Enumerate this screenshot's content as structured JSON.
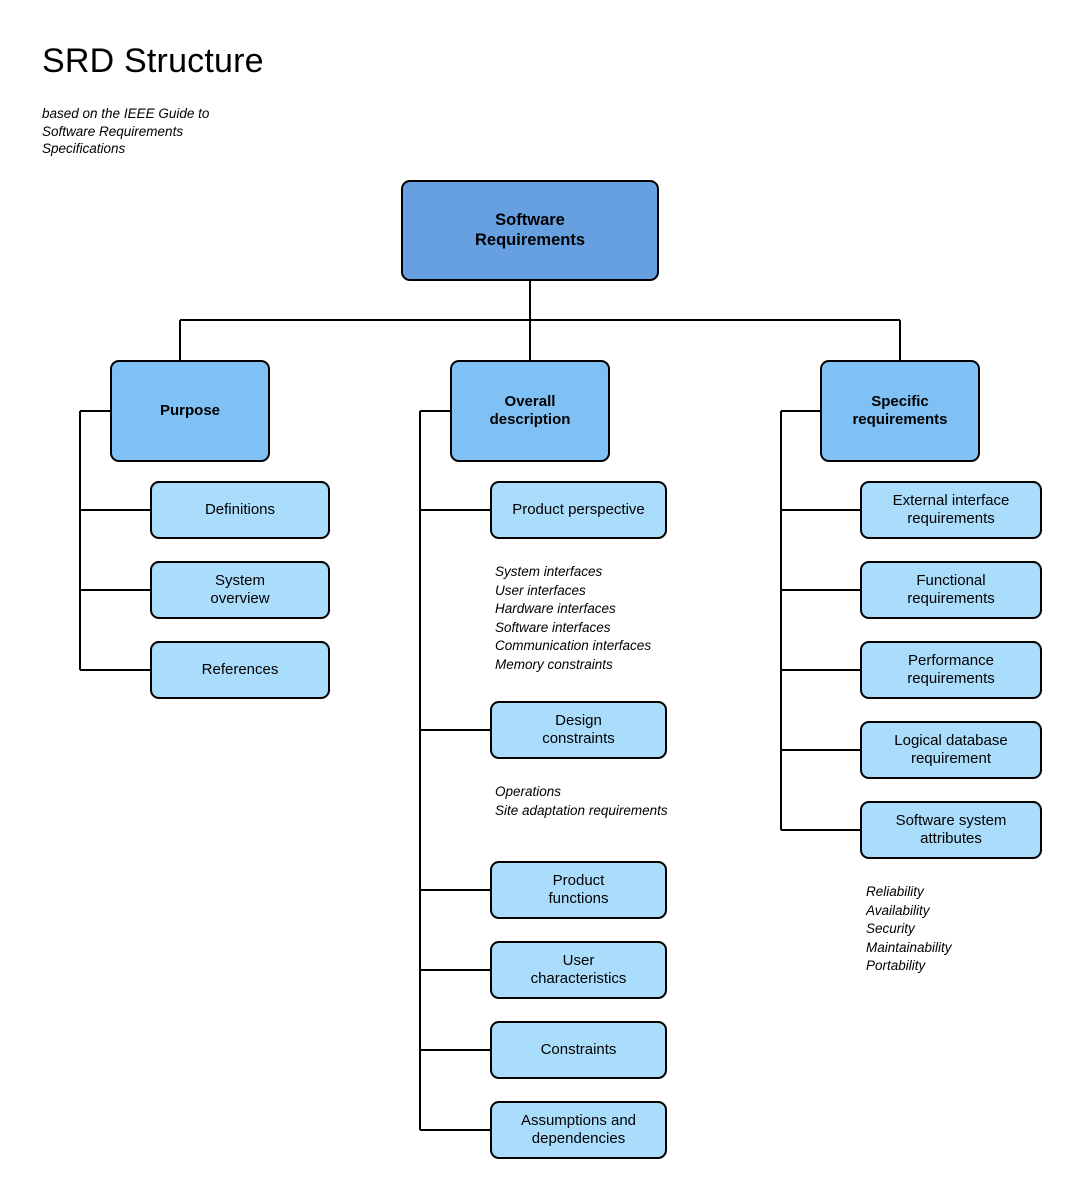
{
  "header": {
    "title": "SRD Structure",
    "subtitle": "based on the IEEE Guide to\nSoftware Requirements\nSpecifications"
  },
  "colors": {
    "root_fill": "#66a0e0",
    "level2_fill": "#7fc0f5",
    "leaf_fill": "#aadcfb",
    "stroke": "#000000",
    "background": "#ffffff"
  },
  "chart_data": {
    "type": "diagram",
    "title": "SRD Structure",
    "subtitle": "based on the IEEE Guide to Software Requirements Specifications",
    "root": "Software Requirements",
    "branches": [
      {
        "label": "Purpose",
        "children": [
          "Definitions",
          "System overview",
          "References"
        ]
      },
      {
        "label": "Overall description",
        "children": [
          "Product perspective",
          "Design constraints",
          "Product functions",
          "User characteristics",
          "Constraints",
          "Assumptions and dependencies"
        ]
      },
      {
        "label": "Specific requirements",
        "children": [
          "External interface requirements",
          "Functional requirements",
          "Performance requirements",
          "Logical database requirement",
          "Software system attributes"
        ]
      }
    ]
  },
  "nodes": {
    "root": "Software\nRequirements",
    "purpose": "Purpose",
    "overall_description": "Overall\ndescription",
    "specific_requirements": "Specific\nrequirements",
    "definitions": "Definitions",
    "system_overview": "System\noverview",
    "references": "References",
    "product_perspective": "Product perspective",
    "design_constraints": "Design\nconstraints",
    "product_functions": "Product\nfunctions",
    "user_characteristics": "User\ncharacteristics",
    "constraints": "Constraints",
    "assumptions_and_dependencies": "Assumptions and\ndependencies",
    "external_interface_requirements": "External interface\nrequirements",
    "functional_requirements": "Functional\nrequirements",
    "performance_requirements": "Performance\nrequirements",
    "logical_database_requirement": "Logical database\nrequirement",
    "software_system_attributes": "Software system\nattributes"
  },
  "annotations": {
    "product_perspective_details": "System interfaces\nUser interfaces\nHardware interfaces\nSoftware interfaces\nCommunication interfaces\nMemory constraints",
    "design_constraints_details": "Operations\nSite adaptation requirements",
    "software_system_attributes_details": "Reliability\nAvailability\nSecurity\nMaintainability\nPortability"
  }
}
